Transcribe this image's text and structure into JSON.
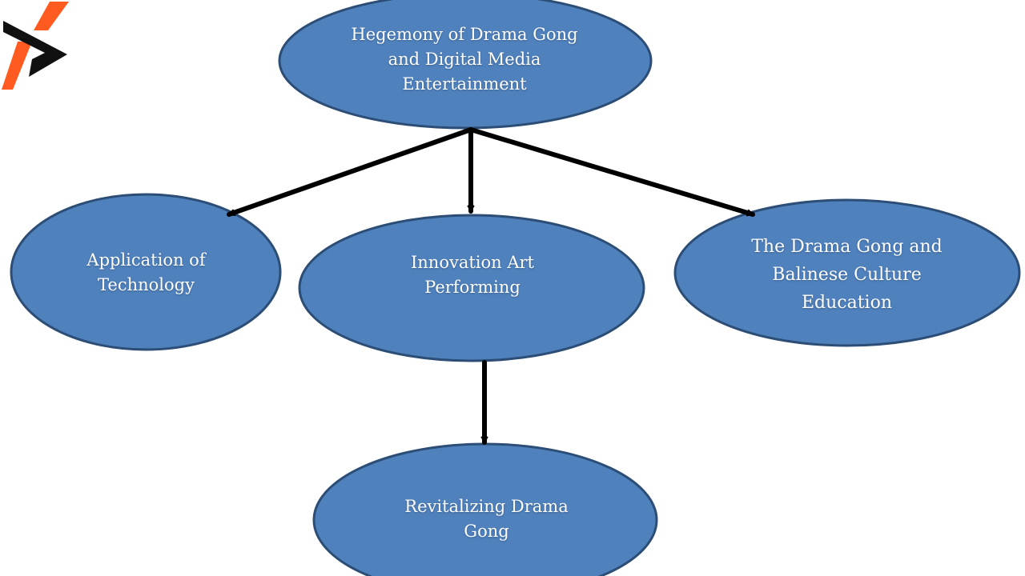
{
  "colors": {
    "node_fill": "#4f81bd",
    "node_stroke": "#2c4d75",
    "arrow": "#000000",
    "label": "#ffffff",
    "logo_orange": "#ff5a1f",
    "logo_black": "#111111"
  },
  "nodes": {
    "top": {
      "text": "Hegemony of Drama Gong\nand Digital Media\nEntertainment"
    },
    "left": {
      "text": "Application of\nTechnology"
    },
    "center": {
      "text": "Innovation Art\nPerforming"
    },
    "right": {
      "text": "The Drama Gong and\nBalinese Culture\nEducation"
    },
    "bottom": {
      "text": "Revitalizing Drama\nGong"
    }
  },
  "edges": [
    {
      "from": "top",
      "to": "left"
    },
    {
      "from": "top",
      "to": "center"
    },
    {
      "from": "top",
      "to": "right"
    },
    {
      "from": "center",
      "to": "bottom"
    }
  ],
  "logo": {
    "icon": "abstract-arrow-logo"
  }
}
